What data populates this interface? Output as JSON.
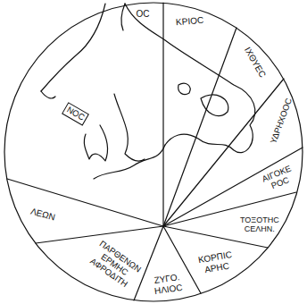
{
  "diagram": {
    "nodes": [
      {
        "text": [
          "OC"
        ]
      },
      {
        "text": [
          "ΚΡΙΟC"
        ]
      },
      {
        "text": [
          "ΙΧΘΥΕC"
        ]
      },
      {
        "text": [
          "ΥΔΡΗΧΟΟC"
        ]
      },
      {
        "text": [
          "ΑΙΓΟΚΕ",
          "ΡΟC"
        ]
      },
      {
        "text": [
          "ΤΟΞΟΤΗC",
          "CΕΛΗΝ."
        ]
      },
      {
        "text": [
          "ΚΟΡΠΙC",
          "ΑΡΗC"
        ]
      },
      {
        "text": [
          "ΖΥΓΟ.",
          "ΗΛΙΟC"
        ]
      },
      {
        "text": [
          "ΠΑΡΘΕΝΩΝ",
          "ΕΡΜΗC",
          "ΑΦΡΟΔΙΤΗ"
        ]
      },
      {
        "text": [
          "ΛΕΩΝ"
        ]
      },
      {
        "text": [
          "NOC"
        ]
      }
    ]
  }
}
